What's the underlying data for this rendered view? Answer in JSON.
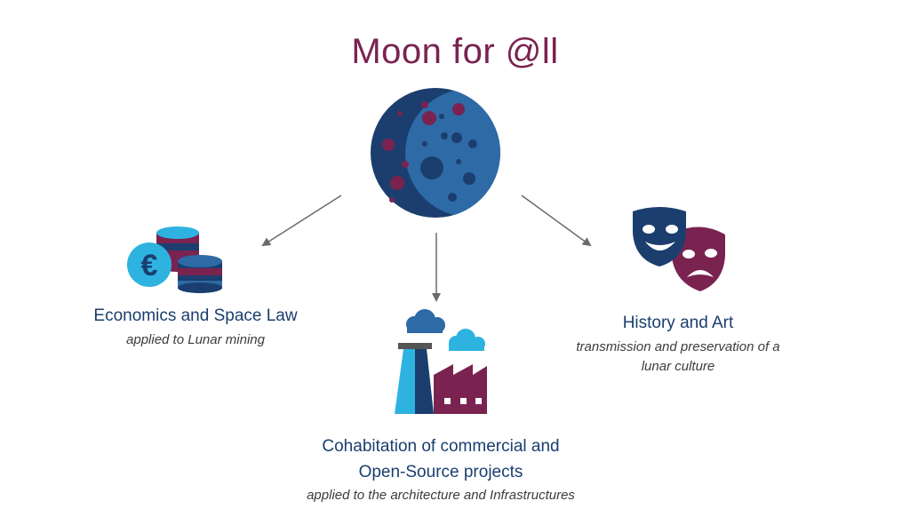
{
  "title": "Moon for @ll",
  "colors": {
    "navy": "#1b3e6e",
    "blue": "#2e6aa6",
    "cyan": "#2eb3e0",
    "magenta": "#7a2350",
    "arrow": "#6a6a6a"
  },
  "icons": {
    "center": "moon-icon",
    "left": "euro-coins-icon",
    "bottom": "factory-icon",
    "right": "theater-masks-icon"
  },
  "nodes": {
    "economics": {
      "title": "Economics and Space Law",
      "subtitle": "applied to Lunar mining"
    },
    "history": {
      "title": "History and Art",
      "subtitle_line1": "transmission and preservation of a",
      "subtitle_line2": "lunar culture"
    },
    "cohabitation": {
      "title_line1": "Cohabitation of commercial and",
      "title_line2": "Open-Source projects",
      "subtitle": "applied to the architecture and Infrastructures"
    }
  },
  "euro_symbol": "€"
}
